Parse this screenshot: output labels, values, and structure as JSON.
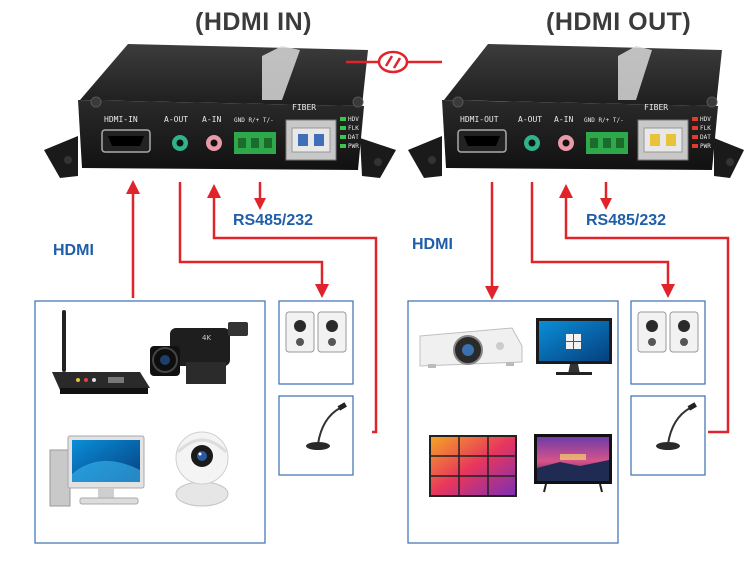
{
  "titles": {
    "left": "(HDMI IN)",
    "right": "(HDMI OUT)"
  },
  "labels": {
    "hdmi_left": "HDMI",
    "hdmi_right": "HDMI",
    "rs485_left": "RS485/232",
    "rs485_right": "RS485/232"
  },
  "tx_device": {
    "port_hdmi": "HDMI-IN",
    "port_aout": "A-OUT",
    "port_ain": "A-IN",
    "port_gnd": "GND R/+ T/-",
    "port_fiber": "FIBER",
    "leds": [
      "HDV",
      "FLK",
      "DAT",
      "PWR"
    ]
  },
  "rx_device": {
    "port_hdmi": "HDMI-OUT",
    "port_aout": "A-OUT",
    "port_ain": "A-IN",
    "port_gnd": "GND R/+ T/-",
    "port_fiber": "FIBER",
    "leds": [
      "HDV",
      "FLK",
      "DAT",
      "PWR"
    ]
  },
  "colors": {
    "arrow_red": "#e0242b",
    "label_blue": "#1f5ea8",
    "box_border": "#3a6fb0",
    "device_body": "#1c1c1c",
    "led_tx": "#39c64a",
    "led_rx": "#e53a2a"
  },
  "icons": {
    "fiber_link": "fiber-link-icon",
    "sources": [
      "set-top-box-icon",
      "camcorder-icon",
      "desktop-computer-icon",
      "security-camera-icon"
    ],
    "displays": [
      "projector-icon",
      "monitor-icon",
      "video-wall-icon",
      "television-icon"
    ],
    "audio": [
      "speakers-icon",
      "microphone-icon"
    ]
  }
}
